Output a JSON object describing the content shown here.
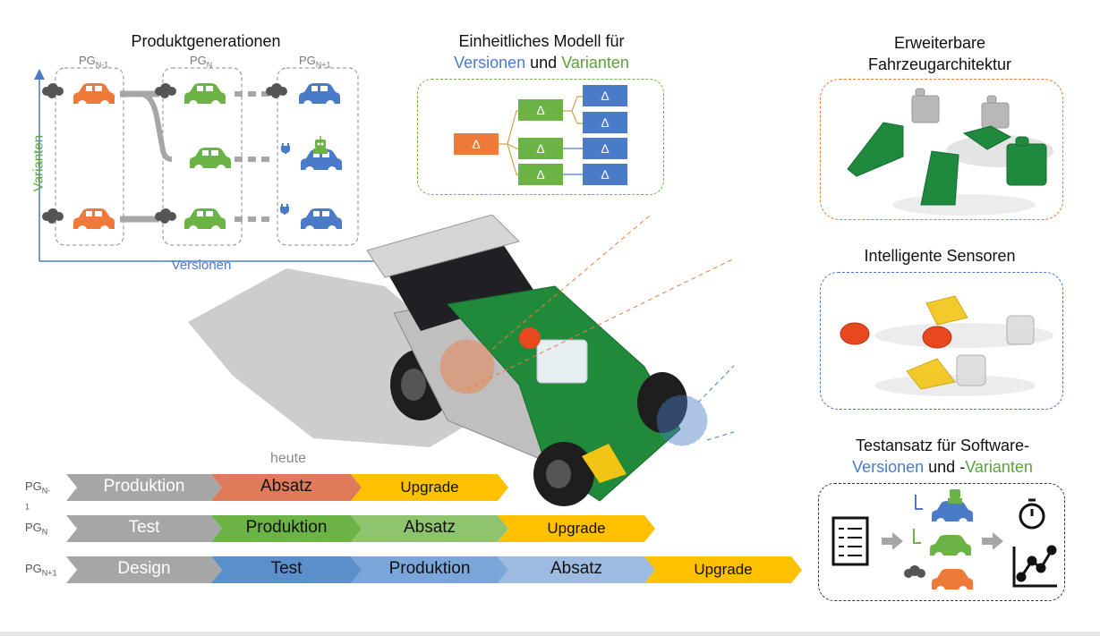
{
  "product_generations": {
    "title": "Produktgenerationen",
    "columns": [
      {
        "base": "PG",
        "sub": "N-1"
      },
      {
        "base": "PG",
        "sub": "N"
      },
      {
        "base": "PG",
        "sub": "N+1"
      }
    ],
    "y_axis_label": "Varianten",
    "x_axis_label": "Versionen"
  },
  "unified_model": {
    "title_line1": "Einheitliches Modell für",
    "title_versions": "Versionen",
    "title_and": " und ",
    "title_variants": "Varianten",
    "delta": "Δ"
  },
  "architecture": {
    "title_line1": "Erweiterbare",
    "title_line2": "Fahrzeugarchitektur"
  },
  "sensors": {
    "title": "Intelligente Sensoren"
  },
  "testing": {
    "title_line1": "Testansatz für Software-",
    "title_versions": "Versionen",
    "title_and": " und -",
    "title_variants": "Varianten"
  },
  "timeline": {
    "today_label": "heute",
    "rows": [
      {
        "base": "PG",
        "sub": "N-1",
        "stages": [
          "Produktion",
          "Absatz",
          "Upgrade"
        ]
      },
      {
        "base": "PG",
        "sub": "N",
        "stages": [
          "Test",
          "Produktion",
          "Absatz",
          "Upgrade"
        ]
      },
      {
        "base": "PG",
        "sub": "N+1",
        "stages": [
          "Design",
          "Test",
          "Produktion",
          "Absatz",
          "Upgrade"
        ]
      }
    ]
  },
  "colors": {
    "orange": "#ee7a3a",
    "green": "#6ab344",
    "blue": "#4a7bc8",
    "gray": "#a6a6a6",
    "yellow": "#ffc000",
    "salmon": "#e07b5a",
    "light_green": "#8fc46f",
    "light_blue": "#9dbbe0"
  }
}
